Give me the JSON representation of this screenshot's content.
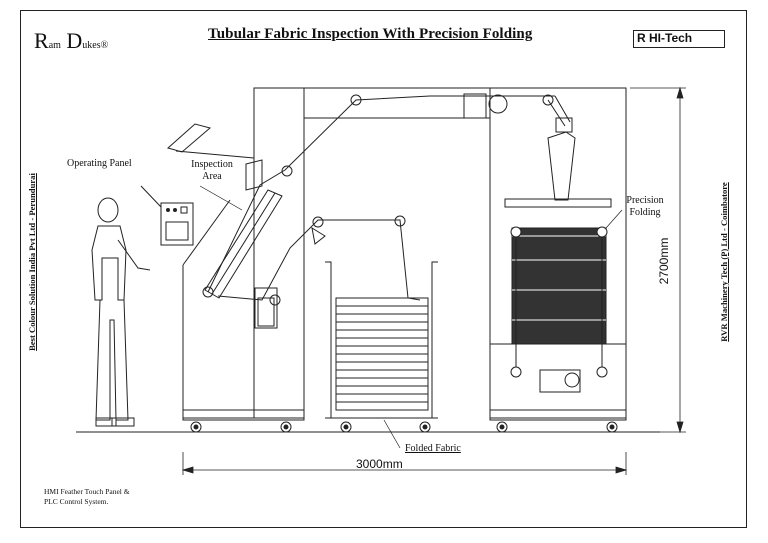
{
  "title": "Tubular Fabric Inspection With Precision Folding",
  "logo_left": {
    "big_r": "R",
    "small_am": "am",
    "big_d": "D",
    "small_ukes": "ukes",
    "mark": "®"
  },
  "logo_right": {
    "mark": "R",
    "text": "HI-Tech"
  },
  "side_left": "Best Colour Solution India Pvt Ltd - Perundurai",
  "side_right": "RVR Machinery Tech (P) Ltd - Coimbatore",
  "labels": {
    "operating_panel": "Operating Panel",
    "inspection_area": [
      "Inspection",
      "Area"
    ],
    "precision_folding": [
      "Precision",
      "Folding"
    ],
    "folded_fabric": "Folded Fabric"
  },
  "dimensions": {
    "height": "2700mm",
    "width": "3000mm"
  },
  "footer_note": [
    "HMI Feather Touch Panel &",
    "PLC Control System."
  ]
}
